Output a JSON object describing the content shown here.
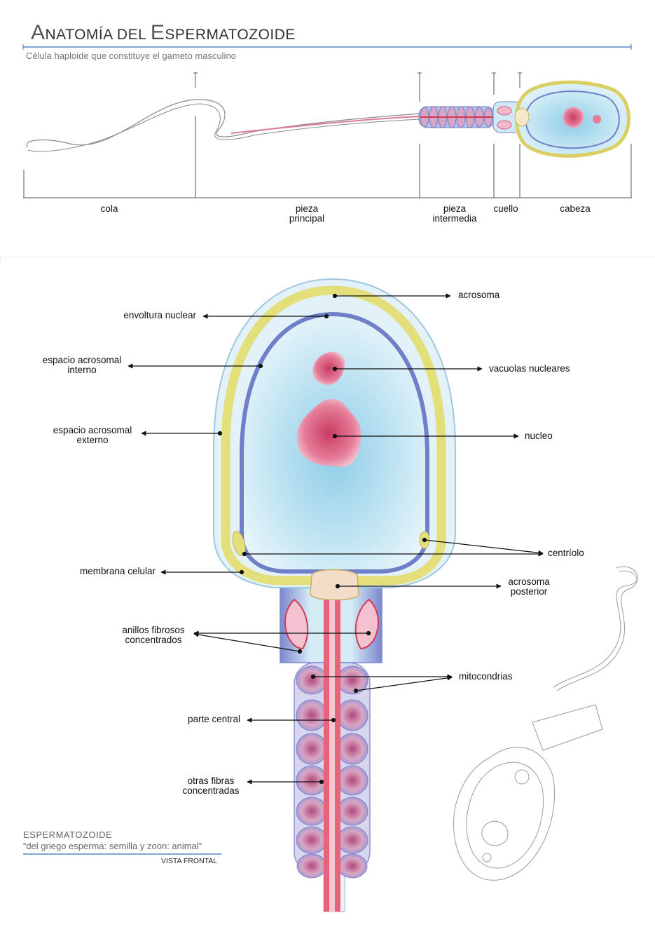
{
  "header": {
    "title_cap1": "A",
    "title_part1": "NATOMÍA DEL ",
    "title_cap2": "E",
    "title_part2": "SPERMATOZOIDE",
    "subtitle": "Célula haploide que constituye el gameto masculino"
  },
  "overview_labels": {
    "cola": "cola",
    "pieza_principal_1": "pieza",
    "pieza_principal_2": "principal",
    "pieza_intermedia_1": "pieza",
    "pieza_intermedia_2": "intermedia",
    "cuello": "cuello",
    "cabeza": "cabeza"
  },
  "detail_labels": {
    "acrosoma": "acrosoma",
    "envoltura_nuclear": "envoltura nuclear",
    "espacio_acrosomal_interno_1": "espacio acrosomal",
    "espacio_acrosomal_interno_2": "interno",
    "vacuolas_nucleares": "vacuolas nucleares",
    "espacio_acrosomal_externo_1": "espacio acrosomal",
    "espacio_acrosomal_externo_2": "externo",
    "nucleo": "nucleo",
    "centriolo": "centríolo",
    "membrana_celular": "membrana celular",
    "acrosoma_posterior_1": "acrosoma",
    "acrosoma_posterior_2": "posterior",
    "anillos_fibrosos_1": "anillos fibrosos",
    "anillos_fibrosos_2": "concentrados",
    "mitocondrias": "mitocondrias",
    "parte_central": "parte central",
    "otras_fibras_1": "otras fibras",
    "otras_fibras_2": "concentradas"
  },
  "footer": {
    "line1": "ESPERMATOZOIDE",
    "line2": "“del griego esperma: semilla y zoon: animal”",
    "line3": "VISTA FRONTAL"
  },
  "colors": {
    "accent_line": "#3b6fb5",
    "acrosome_yellow": "#e3df7a",
    "nuclear_envelope": "#6f7fc8",
    "nucleus_pink": "#d9567a",
    "cell_blue": "#bfe3f2",
    "axis_red": "#d03a55"
  }
}
